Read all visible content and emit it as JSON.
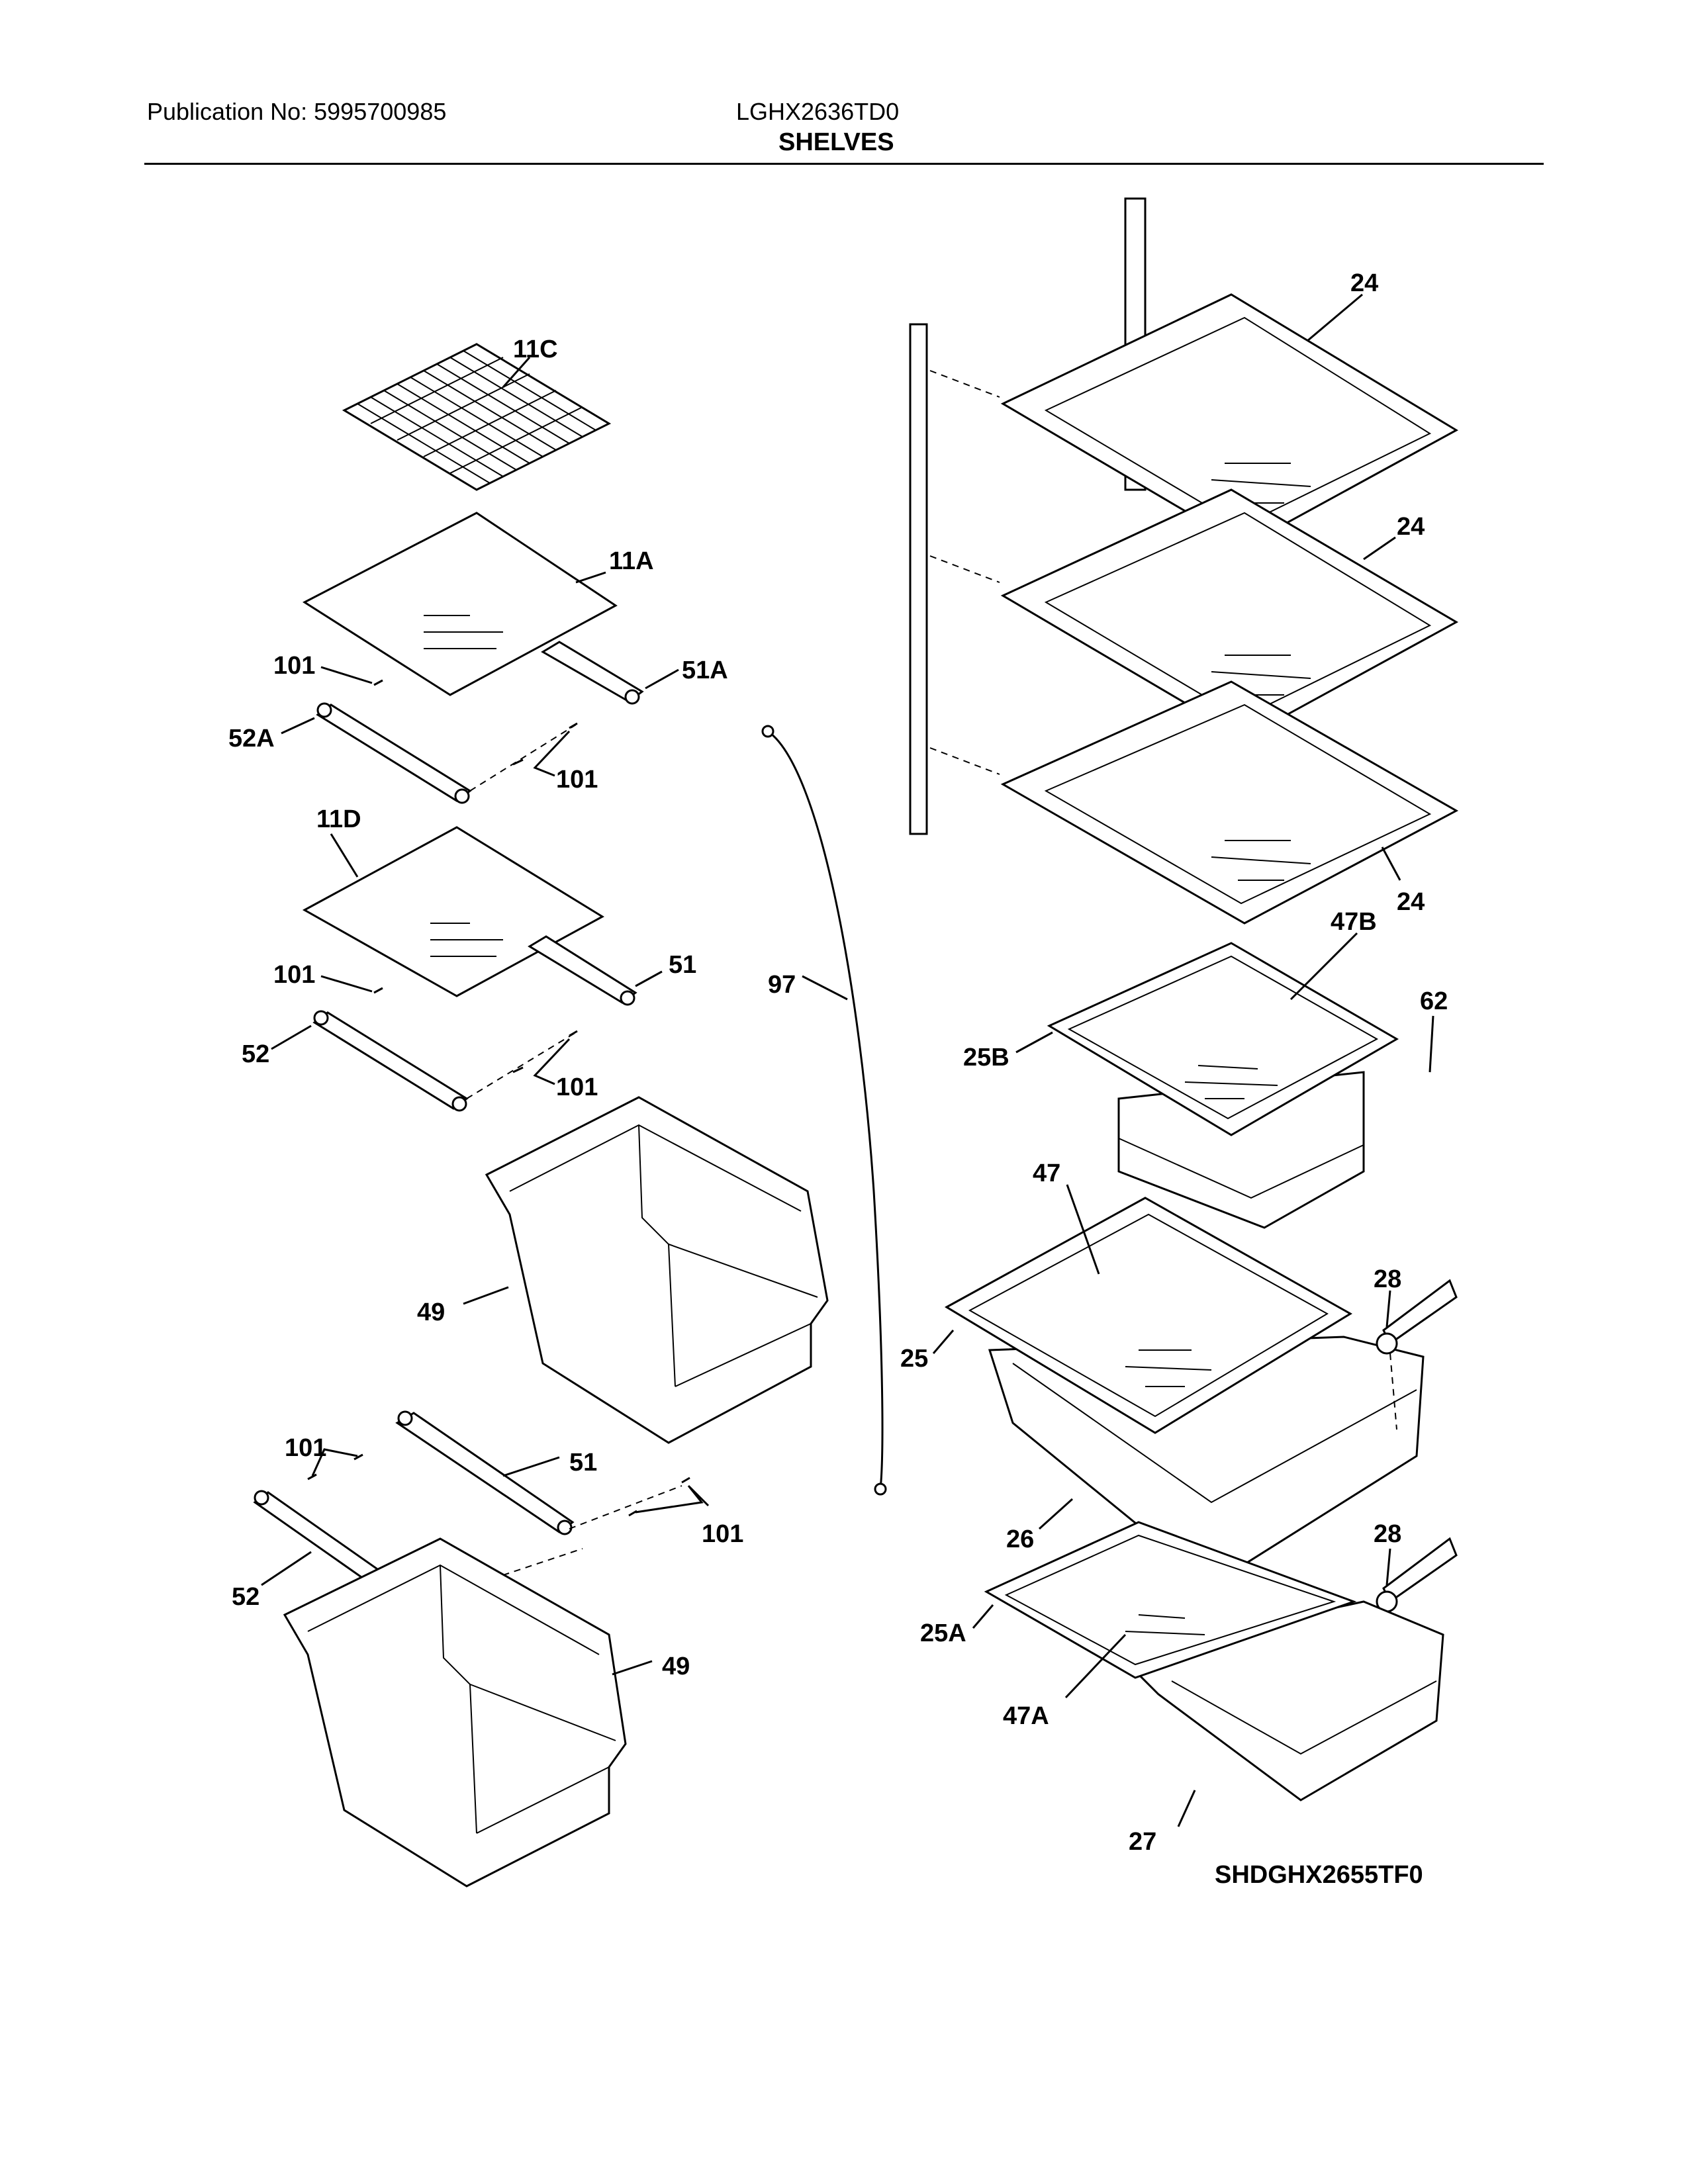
{
  "header": {
    "publication": "Publication No: 5995700985",
    "model": "LGHX2636TD0",
    "section": "SHELVES"
  },
  "callouts": {
    "c11C": "11C",
    "c11A": "11A",
    "c101a": "101",
    "c51A": "51A",
    "c52A": "52A",
    "c101b": "101",
    "c11D": "11D",
    "c101c": "101",
    "c51a": "51",
    "c52a": "52",
    "c101d": "101",
    "c97": "97",
    "c49a": "49",
    "c101e": "101",
    "c51b": "51",
    "c101f": "101",
    "c52b": "52",
    "c49b": "49",
    "c24a": "24",
    "c24b": "24",
    "c24c": "24",
    "c47B": "47B",
    "c62": "62",
    "c25B": "25B",
    "c47": "47",
    "c28a": "28",
    "c25": "25",
    "c26": "26",
    "c28b": "28",
    "c25A": "25A",
    "c47A": "47A",
    "c27": "27"
  },
  "diagram_code": "SHDGHX2655TF0"
}
